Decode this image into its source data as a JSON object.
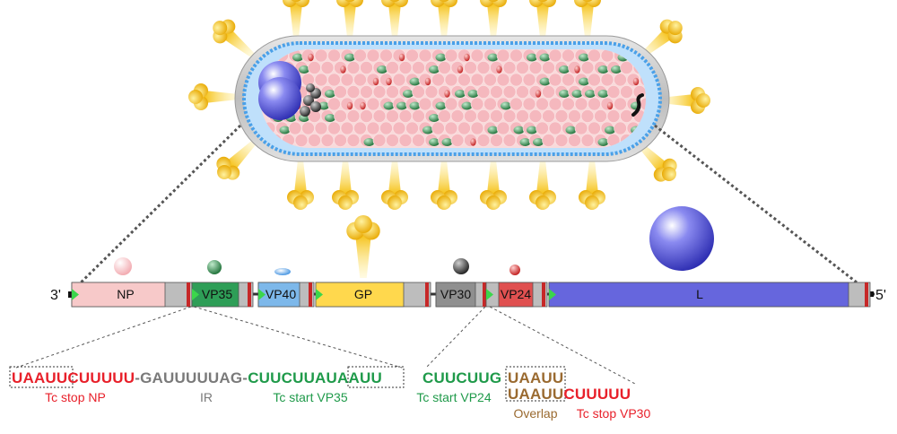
{
  "genome": {
    "end_left": "3'",
    "end_right": "5'",
    "genes": [
      {
        "id": "np",
        "label": "NP",
        "color": "#f7c9c9"
      },
      {
        "id": "vp35",
        "label": "VP35",
        "color": "#2e9e57"
      },
      {
        "id": "vp40",
        "label": "VP40",
        "color": "#7db8ea"
      },
      {
        "id": "gp",
        "label": "GP",
        "color": "#ffd84d"
      },
      {
        "id": "vp30",
        "label": "VP30",
        "color": "#8f8f8f"
      },
      {
        "id": "vp24",
        "label": "VP24",
        "color": "#e05050"
      },
      {
        "id": "l",
        "label": "L",
        "color": "#6666dd"
      }
    ]
  },
  "junction_left": {
    "seq_stop_box": "UAAUU",
    "seq_stop_rest": "CUUUUU",
    "seq_ir": "-GAUUUUUAG-",
    "seq_start": "CUUCUUA",
    "seq_start_box": "UAAUU",
    "label_stop": "Tc stop NP",
    "label_ir": "IR",
    "label_start": "Tc start VP35"
  },
  "junction_right": {
    "seq_start": "CUUCUUG",
    "seq_overlap_top": "UAAUU",
    "seq_overlap_bottom": "UAAUU",
    "seq_stop_rest": "CUUUUU",
    "label_start": "Tc start VP24",
    "label_overlap": "Overlap",
    "label_stop": "Tc stop VP30"
  },
  "colors": {
    "stop_red": "#e8202a",
    "ir_gray": "#7a7a7a",
    "start_green": "#1f9a4a",
    "overlap_brown": "#9a6a30",
    "spike_yellow": "#f5c21a",
    "membrane_blue": "#4aa0e8",
    "l_blue": "#5a5ad8"
  }
}
